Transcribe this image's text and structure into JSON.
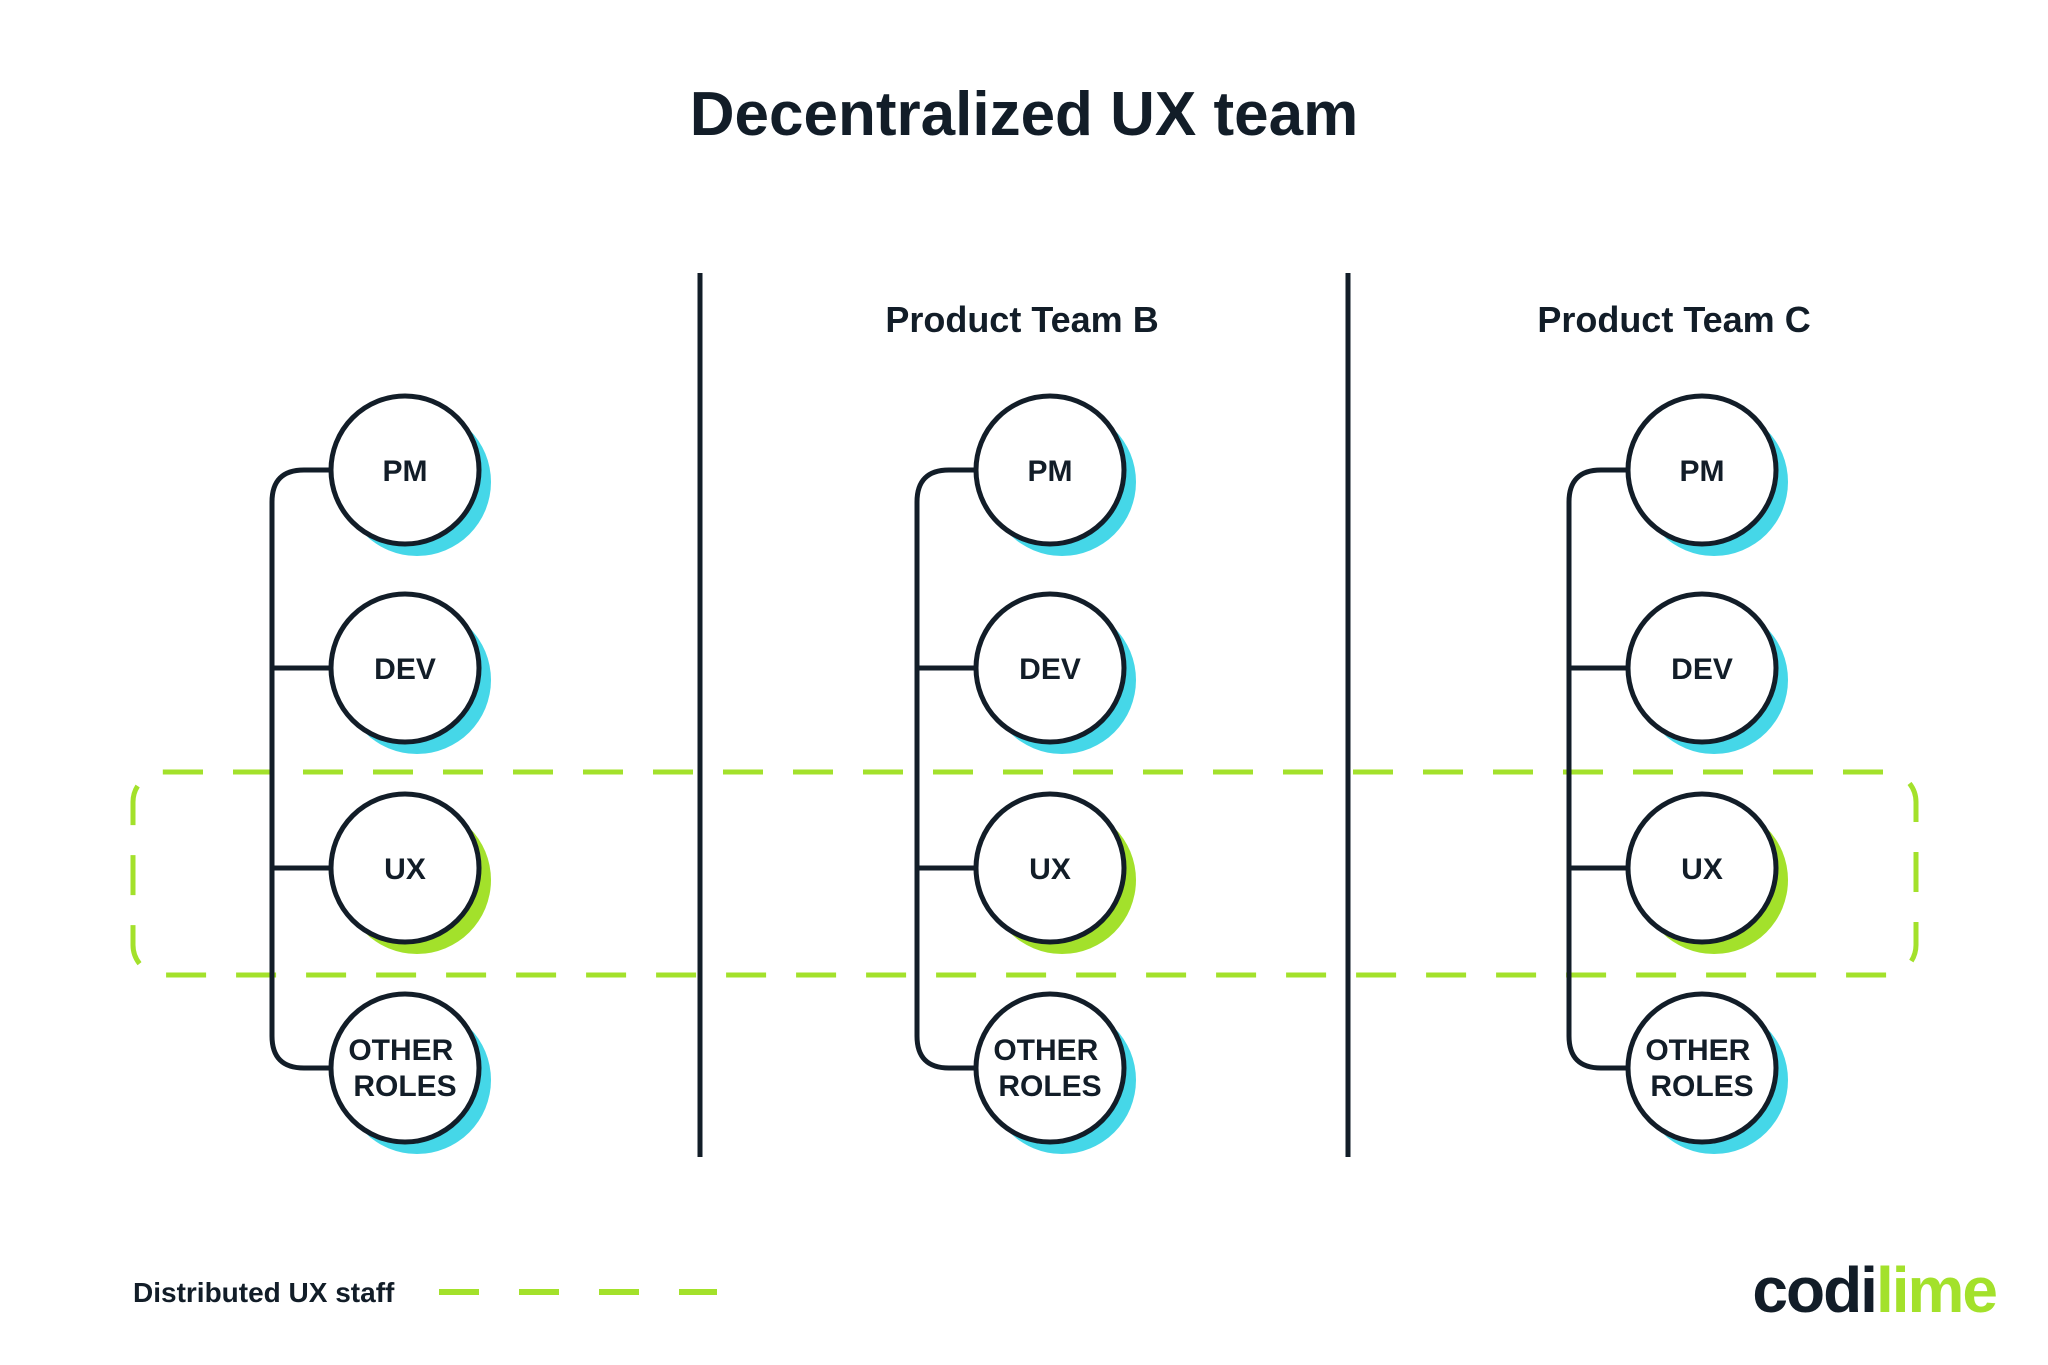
{
  "title": "Decentralized UX team",
  "colors": {
    "navy": "#121d28",
    "cyan_shadow": "#45d7e8",
    "lime": "#a3e12b",
    "background": "#ffffff"
  },
  "teams": [
    {
      "roles": [
        {
          "lines": [
            "PM"
          ]
        },
        {
          "lines": [
            "DEV"
          ]
        },
        {
          "lines": [
            "UX"
          ],
          "highlight": "lime"
        },
        {
          "lines": [
            "OTHER",
            "ROLES"
          ]
        }
      ]
    },
    {
      "header": "Product Team B",
      "roles": [
        {
          "lines": [
            "PM"
          ]
        },
        {
          "lines": [
            "DEV"
          ]
        },
        {
          "lines": [
            "UX"
          ],
          "highlight": "lime"
        },
        {
          "lines": [
            "OTHER",
            "ROLES"
          ]
        }
      ]
    },
    {
      "header": "Product Team C",
      "roles": [
        {
          "lines": [
            "PM"
          ]
        },
        {
          "lines": [
            "DEV"
          ]
        },
        {
          "lines": [
            "UX"
          ],
          "highlight": "lime"
        },
        {
          "lines": [
            "OTHER",
            "ROLES"
          ]
        }
      ]
    }
  ],
  "legend": {
    "label": "Distributed UX staff"
  },
  "logo": {
    "text_dark": "codi",
    "text_green": "lime"
  }
}
